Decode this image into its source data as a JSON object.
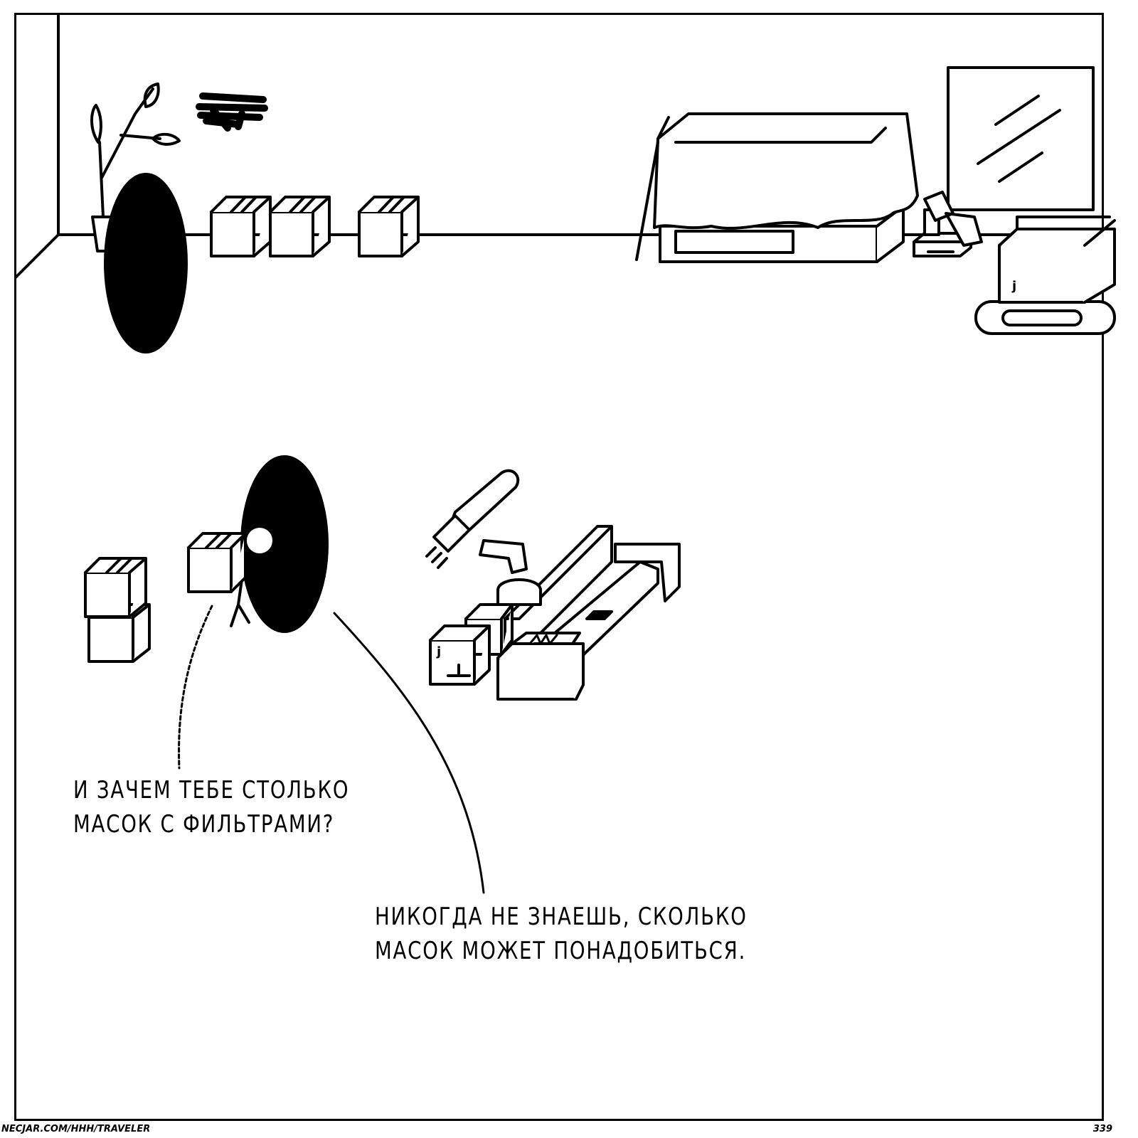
{
  "dialogue": {
    "line1": [
      "И зачем тебе столько",
      "масок с фильтрами?"
    ],
    "line2": [
      "Никогда не знаешь, сколько",
      "масок может понадобиться."
    ]
  },
  "box_label": "j",
  "footer": {
    "url": "NECJAR.COM/HHH/TRAVELER",
    "page": "339"
  }
}
